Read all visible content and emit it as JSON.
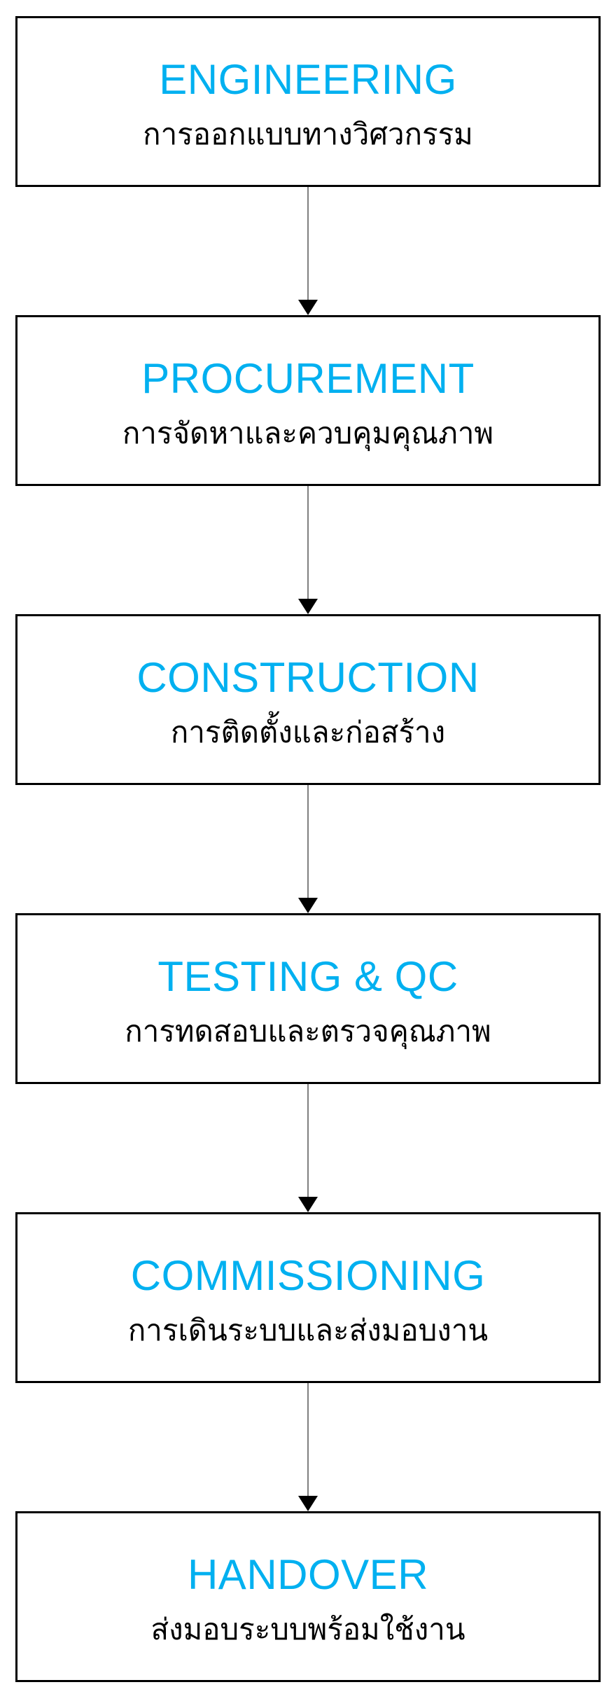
{
  "diagram": {
    "type": "vertical-flowchart",
    "accent_color": "#00B0F0",
    "box_border_color": "#000000",
    "arrow_line_color": "#7f7f7f",
    "arrow_head_color": "#000000",
    "steps": [
      {
        "title": "ENGINEERING",
        "subtitle": "การออกแบบทางวิศวกรรม"
      },
      {
        "title": "PROCUREMENT",
        "subtitle": "การจัดหาและควบคุมคุณภาพ"
      },
      {
        "title": "CONSTRUCTION",
        "subtitle": "การติดตั้งและก่อสร้าง"
      },
      {
        "title": "TESTING & QC",
        "subtitle": "การทดสอบและตรวจคุณภาพ"
      },
      {
        "title": "COMMISSIONING",
        "subtitle": "การเดินระบบและส่งมอบงาน"
      },
      {
        "title": "HANDOVER",
        "subtitle": "ส่งมอบระบบพร้อมใช้งาน"
      }
    ]
  }
}
